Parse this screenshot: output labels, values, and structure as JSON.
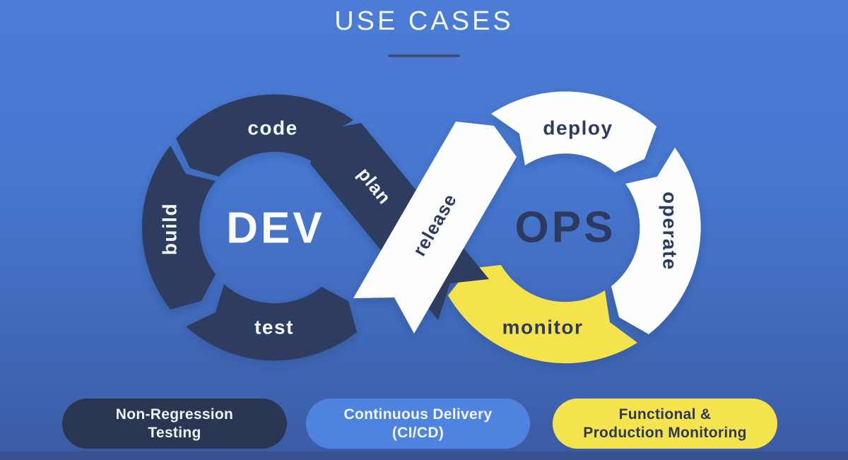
{
  "title": {
    "text": "USE CASES"
  },
  "diagram": {
    "dev_label": "DEV",
    "ops_label": "OPS",
    "steps": {
      "plan": "plan",
      "code": "code",
      "build": "build",
      "test": "test",
      "release": "release",
      "deploy": "deploy",
      "operate": "operate",
      "monitor": "monitor"
    }
  },
  "legend": {
    "pills": [
      {
        "line1": "Non-Regression",
        "line2": "Testing"
      },
      {
        "line1": "Continuous Delivery",
        "line2": "(CI/CD)"
      },
      {
        "line1": "Functional &",
        "line2": "Production Monitoring"
      }
    ]
  },
  "colors": {
    "background_top": "#4b7cd6",
    "background_bottom": "#3a5aa3",
    "navy": "#2d3c5e",
    "white": "#fdfefe",
    "yellow": "#f5e34c",
    "pill_navy": "#2b3752",
    "pill_blue": "#4f83e0",
    "pill_yellow": "#f6e44e",
    "divider": "#3f5170"
  }
}
